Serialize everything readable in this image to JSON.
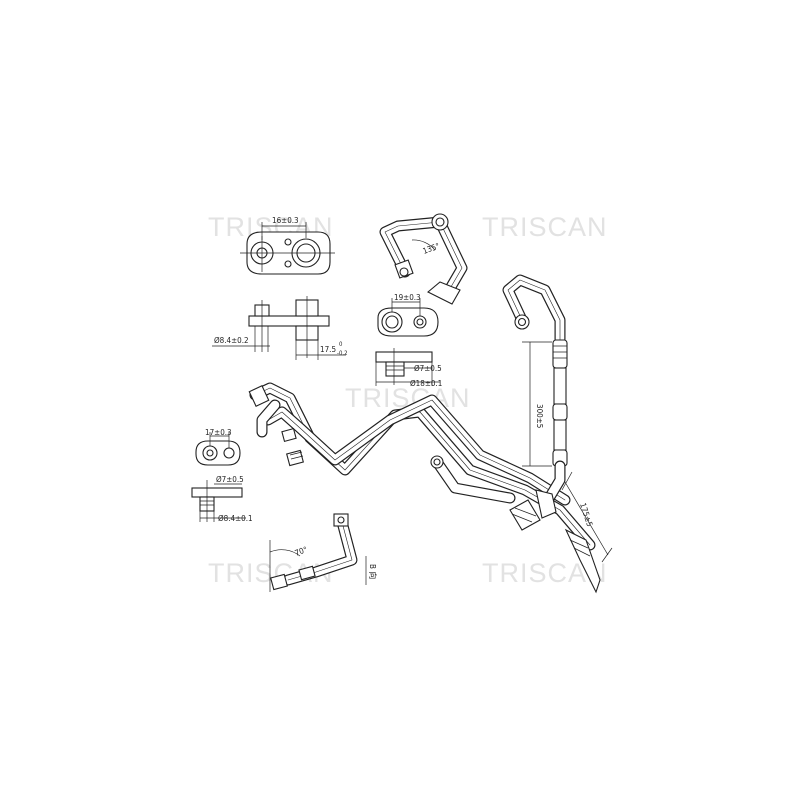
{
  "watermark": "TRISCAN",
  "dimensions": {
    "d16": "16±0.3",
    "d84": "Ø8.4±0.2",
    "d175": "17.5",
    "d175_sup": "0",
    "d175_sub": "-0.2",
    "d19": "19±0.3",
    "d7a": "Ø7±0.5",
    "d18": "Ø18±0.1",
    "d300": "300±5",
    "d17": "17±0.3",
    "d7b": "Ø7±0.5",
    "d84b": "Ø8.4±0.1",
    "d175b": "175±5",
    "angle135": "135°",
    "angle70": "70°",
    "view_b": "B 向"
  },
  "colors": {
    "line": "#222222",
    "watermark": "#e2e2e2",
    "background": "#ffffff"
  }
}
